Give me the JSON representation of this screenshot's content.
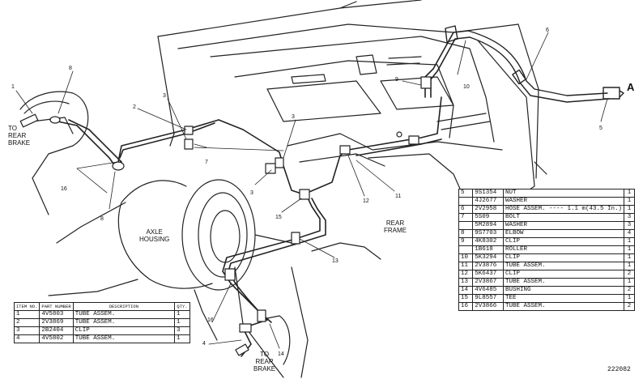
{
  "callouts": [
    "1",
    "2",
    "3",
    "4",
    "5",
    "6",
    "7",
    "8",
    "9",
    "10",
    "11",
    "12",
    "13",
    "14",
    "15",
    "16"
  ],
  "labels": {
    "to_rear_brake_left": [
      "TO",
      "REAR",
      "BRAKE"
    ],
    "axle_housing": [
      "AXLE",
      "HOUSING"
    ],
    "rear_frame": [
      "REAR",
      "FRAME"
    ],
    "to_rear_brake_bottom": [
      "TO",
      "REAR",
      "BRAKE"
    ],
    "view_a": "A"
  },
  "left_table": {
    "headers": [
      "ITEM NO.",
      "PART NUMBER",
      "DESCRIPTION",
      "QTY."
    ],
    "rows": [
      {
        "item": "1",
        "part": "4V5803",
        "desc": "TUBE ASSEM.",
        "qty": "1"
      },
      {
        "item": "2",
        "part": "2V3869",
        "desc": "TUBE ASSEM.",
        "qty": "1"
      },
      {
        "item": "3",
        "part": "2B2404",
        "desc": "CLIP",
        "qty": "3"
      },
      {
        "item": "4",
        "part": "4V5802",
        "desc": "TUBE ASSEM.",
        "qty": "1"
      }
    ]
  },
  "right_table": {
    "rows": [
      {
        "item": "5",
        "part": "9S1354",
        "desc": "NUT",
        "qty": "1"
      },
      {
        "item": "",
        "part": "4J2677",
        "desc": "WASHER",
        "qty": "1"
      },
      {
        "item": "6",
        "part": "2V2958",
        "desc": "HOSE ASSEM. ---- 1.1 m(43.5 In.)",
        "qty": "1"
      },
      {
        "item": "7",
        "part": "5S09",
        "desc": "BOLT",
        "qty": "3"
      },
      {
        "item": "",
        "part": "5M2894",
        "desc": "WASHER",
        "qty": "3"
      },
      {
        "item": "8",
        "part": "9S7703",
        "desc": "ELBOW",
        "qty": "4"
      },
      {
        "item": "9",
        "part": "4K8302",
        "desc": "CLIP",
        "qty": "1"
      },
      {
        "item": "",
        "part": "1B618",
        "desc": "ROLLER",
        "qty": "1"
      },
      {
        "item": "10",
        "part": "5K3294",
        "desc": "CLIP",
        "qty": "1"
      },
      {
        "item": "11",
        "part": "2V3876",
        "desc": "TUBE ASSEM.",
        "qty": "1"
      },
      {
        "item": "12",
        "part": "5K6437",
        "desc": "CLIP",
        "qty": "2"
      },
      {
        "item": "13",
        "part": "2V3867",
        "desc": "TUBE ASSEM.",
        "qty": "1"
      },
      {
        "item": "14",
        "part": "4V6485",
        "desc": "BUSHING",
        "qty": "2"
      },
      {
        "item": "15",
        "part": "9L8557",
        "desc": "TEE",
        "qty": "1"
      },
      {
        "item": "16",
        "part": "2V3866",
        "desc": "TUBE ASSEM.",
        "qty": "2"
      }
    ]
  },
  "drawing_number": "222082"
}
